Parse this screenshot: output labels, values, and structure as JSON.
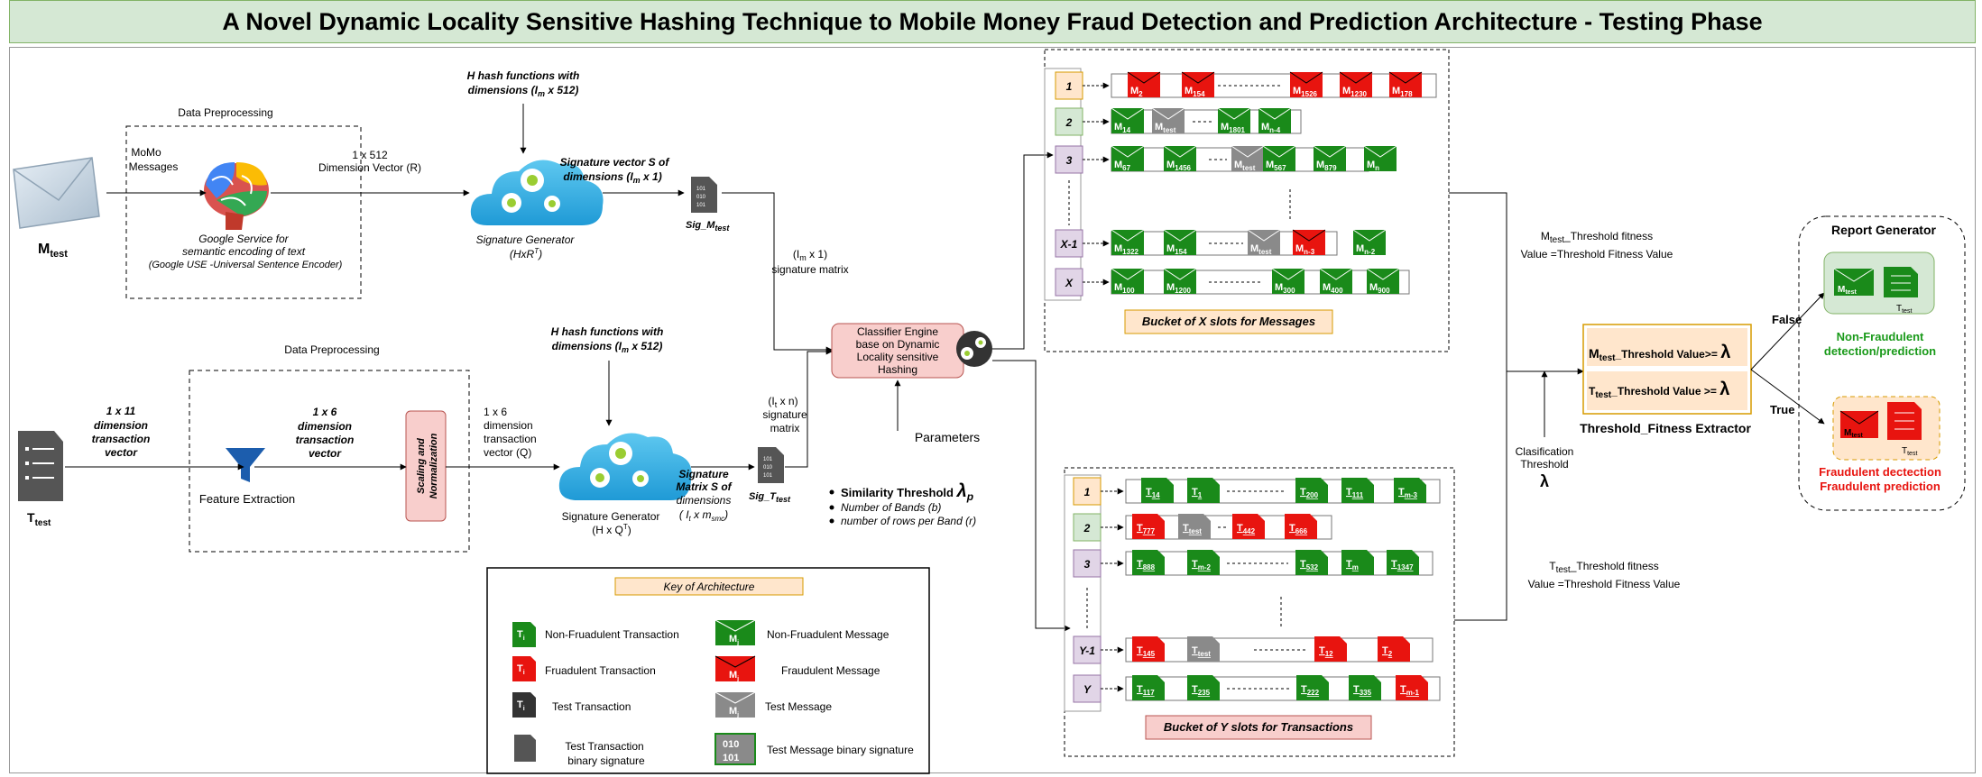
{
  "title": "A Novel Dynamic Locality Sensitive  Hashing Technique to Mobile Money Fraud Detection and  Prediction Architecture - Testing Phase",
  "top_pipeline": {
    "input_label": "M",
    "input_sub": "test",
    "preprocessing_title": "Data Preprocessing",
    "momo_line1": "MoMo",
    "momo_line2": "Messages",
    "dim_line1": "1 x 512",
    "dim_line2": "Dimension Vector (R)",
    "google_line1": "Google Service for",
    "google_line2": "semantic encoding of text",
    "google_line3": "(Google USE -Universal Sentence Encoder)",
    "hash_line1": "H hash functions with",
    "hash_line2": "dimensions (I",
    "hash_sub": "m",
    "hash_line2b": " x 512)",
    "sig_vec_line1": "Signature vector S of",
    "sig_vec_line2": "dimensions (I",
    "sig_vec_sub": "m",
    "sig_vec_line2b": " x 1)",
    "generator_line1": "Signature Generator",
    "generator_line2": "(HxR",
    "generator_sup": "T",
    "generator_line2b": ")",
    "sig_file": "Sig_M",
    "sig_file_sub": "test",
    "matrix_line1": "(I",
    "matrix_sub": "m",
    "matrix_line1b": " x 1)",
    "matrix_line2": "signature matrix"
  },
  "bottom_pipeline": {
    "input_label": "T",
    "input_sub": "test",
    "vec11_line1": "1 x 11",
    "vec11_line2": "dimension",
    "vec11_line3": "transaction",
    "vec11_line4": "vector",
    "preprocessing_title": "Data Preprocessing",
    "vec6_line1": "1 x 6",
    "vec6_line2": "dimension",
    "vec6_line3": "transaction",
    "vec6_line4": "vector",
    "feature_label": "Feature Extraction",
    "scaling_line1": "Scaling and",
    "scaling_line2": "Normalization",
    "q_line1": "1 x 6",
    "q_line2": "dimension",
    "q_line3": "transaction",
    "q_line4": "vector (Q)",
    "hash_line1": "H hash functions with",
    "hash_line2": "dimensions (I",
    "hash_sub": "m",
    "hash_line2b": " x 512)",
    "generator_line1": "Signature Generator",
    "generator_line2": "(H x Q",
    "generator_sup": "T",
    "generator_line2b": ")",
    "sig_mat_line1": "Signature",
    "sig_mat_line2": "Matrix S of",
    "sig_mat_line3": "dimensions",
    "sig_mat_line4": "( I",
    "sig_mat_sub": "t",
    "sig_mat_line4b": " x m",
    "sig_mat_sub2": "smc",
    "sig_mat_line4c": ")",
    "sig_file": "Sig_T",
    "sig_file_sub": "test",
    "matrix_line1": "(I",
    "matrix_sub": "t",
    "matrix_line1b": " x n)",
    "matrix_line2": "signature",
    "matrix_line3": "matrix"
  },
  "classifier": {
    "line1": "Classifier Engine",
    "line2": "base on Dynamic",
    "line3": "Locality sensitive",
    "line4": "Hashing",
    "parameters_title": "Parameters",
    "param1": "Similarity Threshold ",
    "param1_symbol": "λ",
    "param1_sub": "p",
    "param2": "Number of Bands (b)",
    "param3": "number of  rows per Band (r)"
  },
  "message_buckets": {
    "caption": "Bucket of X slots for  Messages",
    "rows": [
      {
        "slot": "1",
        "items": [
          {
            "t": "M",
            "s": "2",
            "c": "red"
          },
          {
            "t": "M",
            "s": "154",
            "c": "red"
          },
          {
            "t": "M",
            "s": "1526",
            "c": "red"
          },
          {
            "t": "M",
            "s": "1230",
            "c": "red"
          },
          {
            "t": "M",
            "s": "178",
            "c": "red"
          }
        ]
      },
      {
        "slot": "2",
        "items": [
          {
            "t": "M",
            "s": "14",
            "c": "green"
          },
          {
            "t": "M",
            "s": "test",
            "c": "gray"
          },
          {
            "t": "M",
            "s": "1801",
            "c": "green"
          },
          {
            "t": "M",
            "s": "n-4",
            "c": "green"
          }
        ]
      },
      {
        "slot": "3",
        "items": [
          {
            "t": "M",
            "s": "67",
            "c": "green"
          },
          {
            "t": "M",
            "s": "1456",
            "c": "green"
          },
          {
            "t": "M",
            "s": "test",
            "c": "gray"
          },
          {
            "t": "M",
            "s": "567",
            "c": "green"
          },
          {
            "t": "M",
            "s": "879",
            "c": "green"
          },
          {
            "t": "M",
            "s": "n",
            "c": "green"
          }
        ]
      },
      {
        "slot": "X-1",
        "items": [
          {
            "t": "M",
            "s": "1322",
            "c": "green"
          },
          {
            "t": "M",
            "s": "154",
            "c": "green"
          },
          {
            "t": "M",
            "s": "test",
            "c": "gray"
          },
          {
            "t": "M",
            "s": "n-3",
            "c": "red"
          },
          {
            "t": "M",
            "s": "n-2",
            "c": "green"
          }
        ]
      },
      {
        "slot": "X",
        "items": [
          {
            "t": "M",
            "s": "100",
            "c": "green"
          },
          {
            "t": "M",
            "s": "1200",
            "c": "green"
          },
          {
            "t": "M",
            "s": "300",
            "c": "green"
          },
          {
            "t": "M",
            "s": "400",
            "c": "green"
          },
          {
            "t": "M",
            "s": "900",
            "c": "green"
          }
        ]
      }
    ]
  },
  "transaction_buckets": {
    "caption": "Bucket of Y slots for  Transactions",
    "rows": [
      {
        "slot": "1",
        "items": [
          {
            "t": "T",
            "s": "14",
            "c": "green"
          },
          {
            "t": "T",
            "s": "1",
            "c": "green"
          },
          {
            "t": "T",
            "s": "200",
            "c": "green"
          },
          {
            "t": "T",
            "s": "111",
            "c": "green"
          },
          {
            "t": "T",
            "s": "m-3",
            "c": "green"
          }
        ]
      },
      {
        "slot": "2",
        "items": [
          {
            "t": "T",
            "s": "777",
            "c": "red"
          },
          {
            "t": "T",
            "s": "test",
            "c": "gray"
          },
          {
            "t": "T",
            "s": "442",
            "c": "red"
          },
          {
            "t": "T",
            "s": "666",
            "c": "red"
          }
        ]
      },
      {
        "slot": "3",
        "items": [
          {
            "t": "T",
            "s": "888",
            "c": "green"
          },
          {
            "t": "T",
            "s": "m-2",
            "c": "green"
          },
          {
            "t": "T",
            "s": "532",
            "c": "green"
          },
          {
            "t": "T",
            "s": "m",
            "c": "green"
          },
          {
            "t": "T",
            "s": "1347",
            "c": "green"
          }
        ]
      },
      {
        "slot": "Y-1",
        "items": [
          {
            "t": "T",
            "s": "145",
            "c": "red"
          },
          {
            "t": "T",
            "s": "test",
            "c": "gray"
          },
          {
            "t": "T",
            "s": "12",
            "c": "red"
          },
          {
            "t": "T",
            "s": "2",
            "c": "red"
          }
        ]
      },
      {
        "slot": "Y",
        "items": [
          {
            "t": "T",
            "s": "117",
            "c": "green"
          },
          {
            "t": "T",
            "s": "235",
            "c": "green"
          },
          {
            "t": "T",
            "s": "222",
            "c": "green"
          },
          {
            "t": "T",
            "s": "335",
            "c": "green"
          },
          {
            "t": "T",
            "s": "m-1",
            "c": "red"
          }
        ]
      }
    ]
  },
  "threshold": {
    "mtest_fit_line1": "M",
    "mtest_fit_sub": "test",
    "mtest_fit_line1b": "_Threshold fitness",
    "mtest_fit_line2": "Value =Threshold Fitness Value",
    "ttest_fit_line1": "T",
    "ttest_fit_sub": "test",
    "ttest_fit_line1b": "_Threshold fitness",
    "ttest_fit_line2": "Value =Threshold Fitness Value",
    "cond1_a": "M",
    "cond1_sub": "test",
    "cond1_b": "_Threshold Value>= ",
    "cond2_a": "T",
    "cond2_sub": "test",
    "cond2_b": "_Threshold Value >= ",
    "lambda": "λ",
    "extractor": "Threshold_Fitness Extractor",
    "class_line1": "Clasification",
    "class_line2": "Threshold",
    "false_label": "False",
    "true_label": "True"
  },
  "report": {
    "title": "Report Generator",
    "non_fraud_line1": "Non-Fraudulent",
    "non_fraud_line2": "detection/prediction",
    "fraud_line1": "Fraudulent dectection",
    "fraud_line2": "Fraudulent prediction",
    "m_label": "M",
    "m_sub": "test",
    "t_label": "T",
    "t_sub": "test"
  },
  "key": {
    "title": "Key of Architecture",
    "items": [
      "Non-Fruadulent Transaction",
      "Non-Fruadulent Message",
      "Fruadulent Transaction",
      "Fraudulent Message",
      "Test  Transaction",
      "Test  Message",
      "Test  Transaction",
      "binary signature",
      "Test  Message binary signature"
    ],
    "t_glyph": "T",
    "t_sub": "i",
    "m_glyph": "M",
    "m_sub": "j",
    "bin1": "010",
    "bin2": "101"
  },
  "colors": {
    "green": "#1a8a1a",
    "red": "#e8140f",
    "gray": "#8a8a8a",
    "dark": "#555555",
    "title_bg": "#d5e8d4",
    "pink": "#f8cecc",
    "peach": "#ffe6cc",
    "lavender": "#e1d5e7",
    "light_green": "#d5e8d4"
  }
}
